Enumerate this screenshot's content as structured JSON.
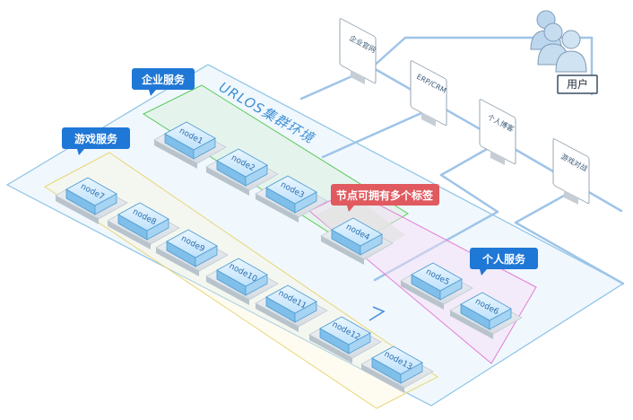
{
  "environment_label": "URLOS集群环境",
  "nodes": [
    {
      "label": "node1"
    },
    {
      "label": "node2"
    },
    {
      "label": "node3"
    },
    {
      "label": "node4"
    },
    {
      "label": "node5"
    },
    {
      "label": "node6"
    },
    {
      "label": "node7"
    },
    {
      "label": "node8"
    },
    {
      "label": "node9"
    },
    {
      "label": "node10"
    },
    {
      "label": "node11"
    },
    {
      "label": "node12"
    },
    {
      "label": "node13"
    }
  ],
  "tags": {
    "enterprise": "企业服务",
    "game": "游戏服务",
    "personal": "个人服务",
    "multi_tag_note": "节点可拥有多个标签"
  },
  "clients": {
    "enterprise_site": "企业官网",
    "erp_crm": "ERP/CRM",
    "personal_blog": "个人博客",
    "game_battle": "游戏对战"
  },
  "users_label": "用户",
  "colors": {
    "tag_blue": "#1f77d6",
    "tag_red": "#e05a5f",
    "network_line": "#9fc4e8",
    "enterprise_zone": "#5ecb5e",
    "game_zone": "#e8d67a",
    "personal_zone": "#e57bd5"
  }
}
